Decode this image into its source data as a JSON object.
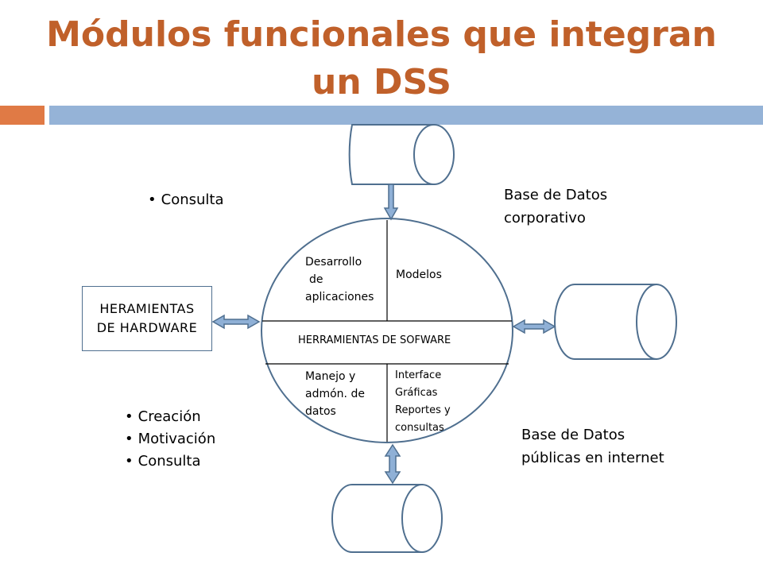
{
  "title": "Módulos funcionales que integran un DSS",
  "bullets_top": [
    "Consulta"
  ],
  "bullets_bottom": [
    "Creación",
    "Motivación",
    "Consulta"
  ],
  "hardware_box": "HERAMIENTAS\nDE HARDWARE",
  "labels": {
    "db_corporativo_line1": "Base de Datos",
    "db_corporativo_line2": "corporativo",
    "db_publicas_line1": "Base de Datos",
    "db_publicas_line2": "públicas en internet"
  },
  "circle": {
    "top_left_line1": "Desarrollo",
    "top_left_line2": "de",
    "top_left_line3": "aplicaciones",
    "top_right": "Modelos",
    "middle": "HERRAMIENTAS DE SOFWARE",
    "bottom_left_line1": "Manejo y",
    "bottom_left_line2": "admón. de",
    "bottom_left_line3": "datos",
    "bottom_right_line1": "Interface",
    "bottom_right_line2": "Gráficas",
    "bottom_right_line3": "Reportes y",
    "bottom_right_line4": "consultas"
  },
  "colors": {
    "title": "#C0602A",
    "accent_bar": "#E07A45",
    "main_bar": "#95B3D7",
    "stroke": "#4F6F8F",
    "arrow_fill": "#8FB0D6"
  }
}
